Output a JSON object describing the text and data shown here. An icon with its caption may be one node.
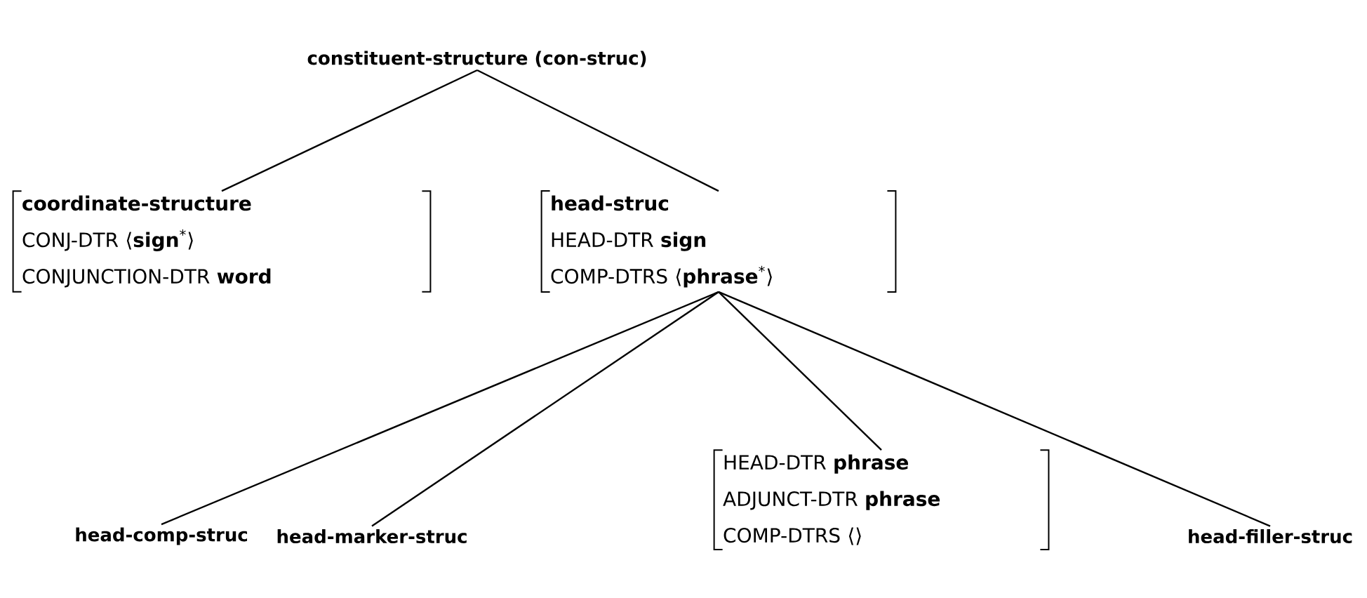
{
  "diagram": {
    "nodes": [
      {
        "text": [
          "constituent-structure (con-struc)"
        ]
      },
      {
        "text": [
          "coordinate-structure",
          "CONJ-DTR ⟨**sign**$^{*}$⟩",
          "CONJUNCTION-DTR **word**"
        ]
      },
      {
        "text": [
          "head-struc",
          "HEAD-DTR **sign**",
          "COMP-DTRS ⟨**phrase**$^{*}$⟩"
        ]
      },
      {
        "text": [
          "head-comp-struc"
        ]
      },
      {
        "text": [
          "head-marker-struc"
        ]
      },
      {
        "text": [
          "HEAD-DTR **phrase**",
          "ADJUNCT-DTR **phrase**",
          "COMP-DTRS ⟨⟩"
        ]
      },
      {
        "text": [
          "head-filler-struc"
        ]
      }
    ],
    "edges": [
      {
        "from": 0,
        "to": 1,
        "arrow": "none"
      },
      {
        "from": 0,
        "to": 2,
        "arrow": "none"
      },
      {
        "from": 2,
        "to": 3,
        "arrow": "none"
      },
      {
        "from": 2,
        "to": 4,
        "arrow": "none"
      },
      {
        "from": 2,
        "to": 5,
        "arrow": "none"
      },
      {
        "from": 2,
        "to": 6,
        "arrow": "none"
      }
    ]
  }
}
